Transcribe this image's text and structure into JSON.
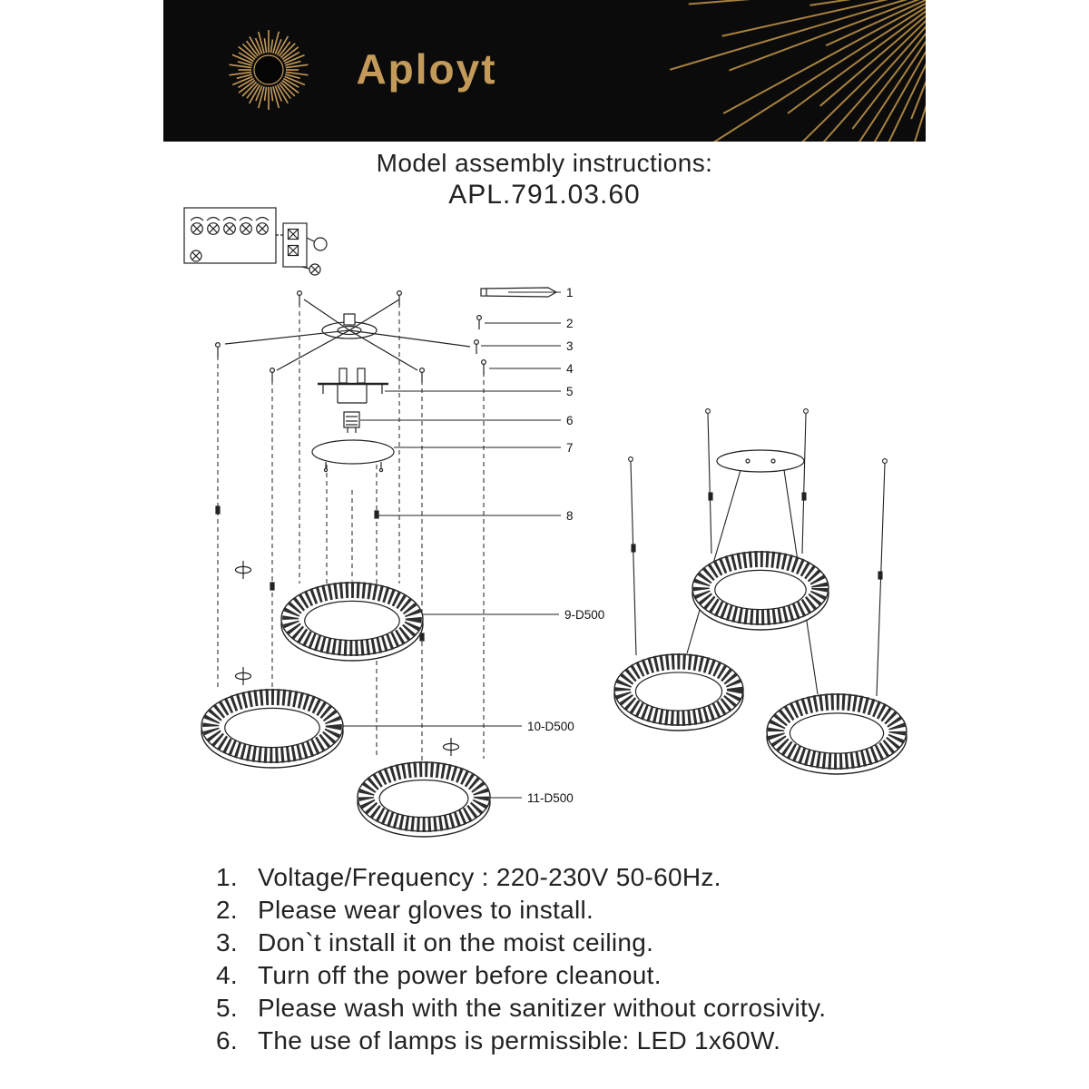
{
  "brand": {
    "name": "Aployt"
  },
  "title": {
    "line1": "Model assembly instructions:",
    "line2": "APL.791.03.60"
  },
  "diagram": {
    "callouts": [
      "1",
      "2",
      "3",
      "4",
      "5",
      "6",
      "7",
      "8"
    ],
    "ring_labels": [
      "9-D500",
      "10-D500",
      "11-D500"
    ]
  },
  "instructions": {
    "items": [
      {
        "num": "1.",
        "text": "Voltage/Frequency : 220-230V 50-60Hz."
      },
      {
        "num": "2.",
        "text": "Please wear gloves to install."
      },
      {
        "num": "3.",
        "text": "Don`t install it on the moist ceiling."
      },
      {
        "num": "4.",
        "text": "Turn off the power before cleanout."
      },
      {
        "num": "5.",
        "text": "Please wash with the sanitizer without corrosivity."
      },
      {
        "num": "6.",
        "text": "The use of lamps is permissible: LED 1x60W."
      }
    ]
  },
  "colors": {
    "gold": "#c49a5a",
    "header_bg": "#0b0b0b",
    "line": "#222222"
  }
}
